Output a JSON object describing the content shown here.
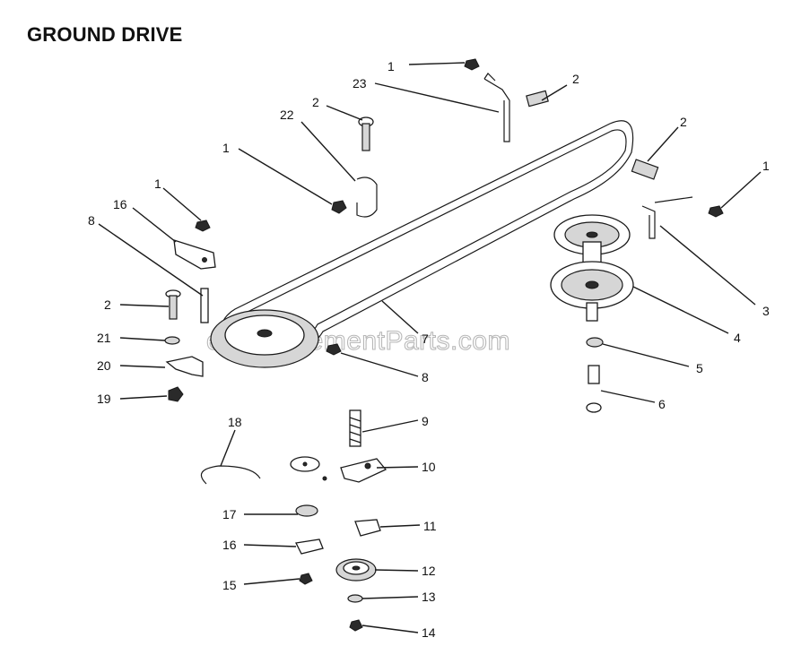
{
  "title": "GROUND DRIVE",
  "watermark": "eReplacementParts.com",
  "callouts": [
    {
      "label": "1"
    },
    {
      "label": "23"
    },
    {
      "label": "2"
    },
    {
      "label": "22"
    },
    {
      "label": "2"
    },
    {
      "label": "1"
    },
    {
      "label": "2"
    },
    {
      "label": "1"
    },
    {
      "label": "1"
    },
    {
      "label": "16"
    },
    {
      "label": "8"
    },
    {
      "label": "3"
    },
    {
      "label": "2"
    },
    {
      "label": "4"
    },
    {
      "label": "21"
    },
    {
      "label": "7"
    },
    {
      "label": "5"
    },
    {
      "label": "20"
    },
    {
      "label": "8"
    },
    {
      "label": "6"
    },
    {
      "label": "19"
    },
    {
      "label": "18"
    },
    {
      "label": "9"
    },
    {
      "label": "10"
    },
    {
      "label": "17"
    },
    {
      "label": "11"
    },
    {
      "label": "16"
    },
    {
      "label": "12"
    },
    {
      "label": "15"
    },
    {
      "label": "13"
    },
    {
      "label": "14"
    }
  ]
}
